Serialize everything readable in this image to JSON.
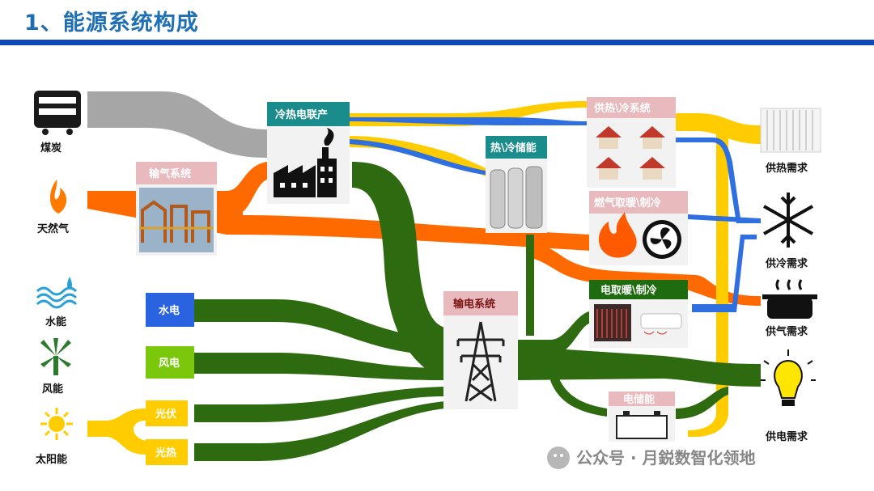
{
  "page": {
    "title": "1、能源系统构成"
  },
  "sources": {
    "coal": "煤炭",
    "gas": "天然气",
    "water": "水能",
    "wind": "风能",
    "solar": "太阳能"
  },
  "generation": {
    "hydro": "水电",
    "wind": "风电",
    "pv": "光伏",
    "solar_thermal": "光热"
  },
  "systems": {
    "gas_transport": "输气系统",
    "chp": "冷热电联产",
    "thermal_storage": "热\\冷储能",
    "grid": "输电系统",
    "heat_cool_system": "供热\\冷系统",
    "gas_heating": "燃气取暖\\制冷",
    "electric_heating": "电取暖\\制冷",
    "battery": "电储能"
  },
  "demands": {
    "heat": "供热需求",
    "cold": "供冷需求",
    "gas": "供气需求",
    "power": "供电需求"
  },
  "watermark": "公众号 · 月鋭数智化领地",
  "colors": {
    "title": "#1f6fb5",
    "rule": "#0f49b7",
    "coal_flow": "#a6a6a6",
    "gas_flow": "#ff6a00",
    "heat_flow": "#ffcc00",
    "cold_flow": "#2f6fe0",
    "power_flow": "#2e6b10",
    "hydro": "#2a63e0",
    "wind": "#7ac70c",
    "solar": "#ffcc00",
    "chp_header": "#1a8c8c",
    "pink_header": "#e8b9bd"
  }
}
